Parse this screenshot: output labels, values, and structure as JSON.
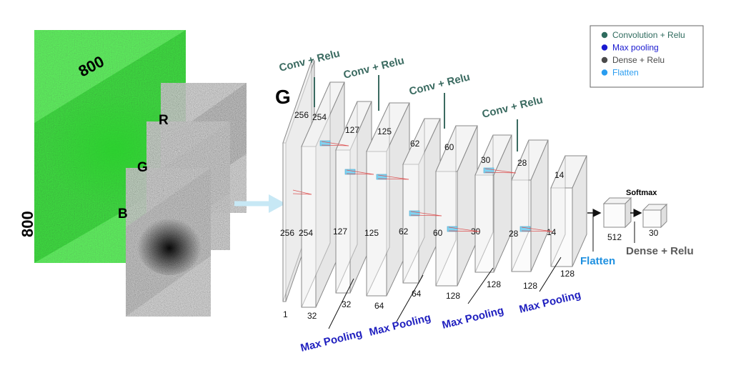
{
  "input": {
    "width_label": "800",
    "height_label": "800",
    "channels": [
      {
        "letter": "R",
        "color": "#000000"
      },
      {
        "letter": "G",
        "color": "#000000"
      },
      {
        "letter": "B",
        "color": "#000000"
      }
    ]
  },
  "network_title": "G",
  "conv_labels": [
    "Conv + Relu",
    "Conv + Relu",
    "Conv + Relu",
    "Conv + Relu"
  ],
  "pool_labels": [
    "Max Pooling",
    "Max Pooling",
    "Max Pooling",
    "Max Pooling"
  ],
  "flatten_label": "Flatten",
  "dense_label": "Dense + Relu",
  "softmax_label": "Softmax",
  "layer_dims": {
    "l0": {
      "top": "256",
      "side": "256",
      "depth": "1"
    },
    "l1": {
      "top": "254",
      "side": "254",
      "depth": "32"
    },
    "l2": {
      "top": "127",
      "side": "127",
      "depth": "32"
    },
    "l3": {
      "top": "125",
      "side": "125",
      "depth": "64"
    },
    "l4": {
      "top": "62",
      "side": "62",
      "depth": "64"
    },
    "l5": {
      "top": "60",
      "side": "60",
      "depth": "128"
    },
    "l6": {
      "top": "30",
      "side": "30",
      "depth": "128"
    },
    "l7": {
      "top": "28",
      "side": "28",
      "depth": "128"
    },
    "l8": {
      "top": "14",
      "side": "14",
      "depth": "128"
    },
    "dense1": "512",
    "dense2": "30"
  },
  "legend": [
    {
      "label": "Convolution + Relu",
      "color": "#2f6b5e"
    },
    {
      "label": "Max pooling",
      "color": "#1a1ad0"
    },
    {
      "label": "Dense + Relu",
      "color": "#4a4a4a"
    },
    {
      "label": "Flatten",
      "color": "#2a9df0"
    }
  ],
  "colors": {
    "conv": "#3b6b61",
    "pool": "#1f1fbf",
    "flatten": "#1e90e0",
    "dense": "#5a5a5a",
    "arrow": "#bfe3f2"
  }
}
